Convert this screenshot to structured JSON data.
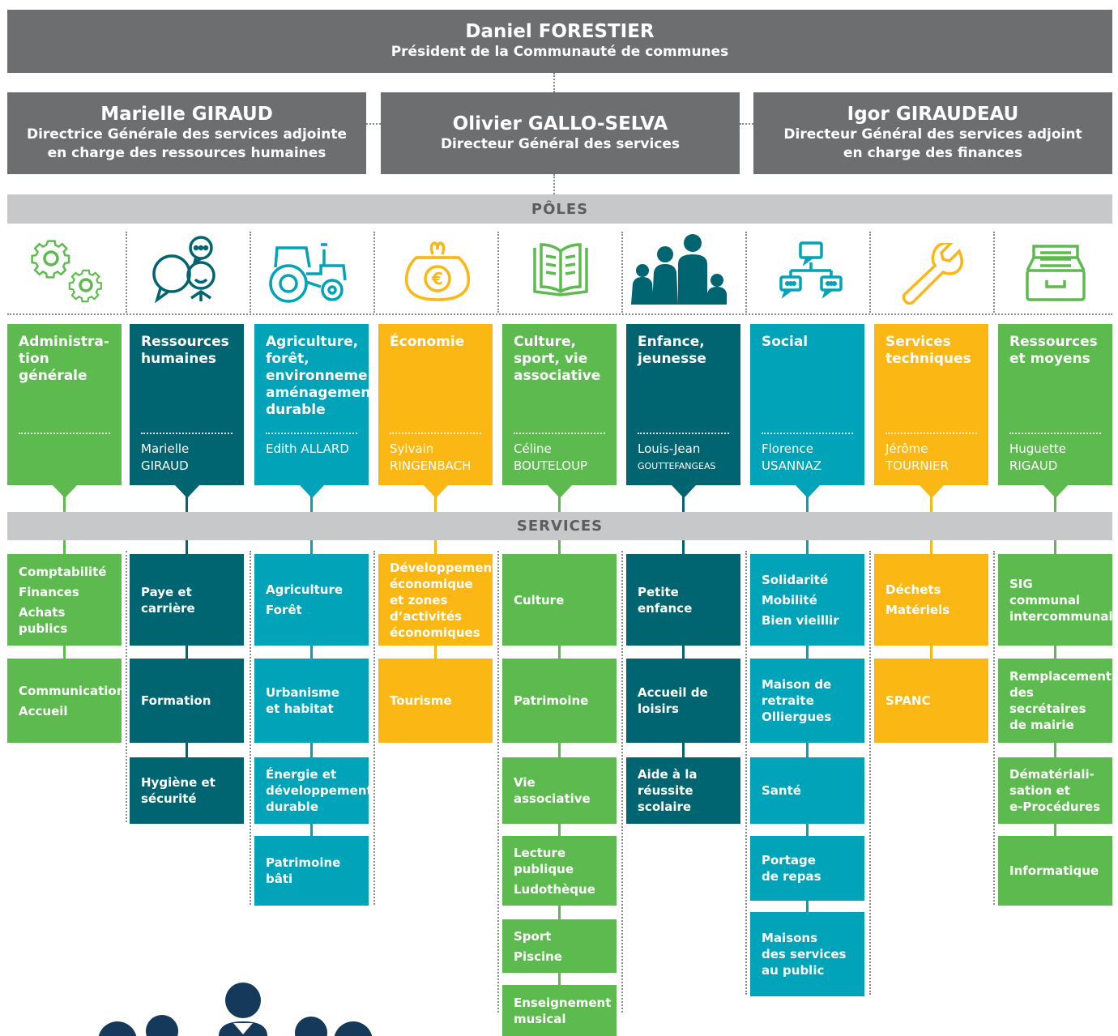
{
  "president": {
    "name": "Daniel FORESTIER",
    "role": "Président de la Communauté de communes"
  },
  "directors": [
    {
      "name": "Marielle GIRAUD",
      "role1": "Directrice Générale des services adjointe",
      "role2": "en charge des ressources humaines"
    },
    {
      "name": "Olivier GALLO-SELVA",
      "role1": "Directeur Général des services"
    },
    {
      "name": "Igor GIRAUDEAU",
      "role1": "Directeur Général des services adjoint",
      "role2": "en charge des finances"
    }
  ],
  "poles_label": "PÔLES",
  "services_label": "SERVICES",
  "colors": {
    "green": "#5dba4e",
    "dark_teal": "#006570",
    "teal": "#00a3b8",
    "orange": "#fbb713",
    "grey": "#6d6e70",
    "band": "#c7c8ca"
  },
  "poles": [
    {
      "icon": "gears-icon",
      "title": "Administra-\ntion\ngénérale",
      "director": "",
      "color": "green",
      "services": [
        [
          "Comptabilité",
          "Finances",
          "Achats\npublics"
        ],
        [
          "Communication",
          "Accueil"
        ]
      ]
    },
    {
      "icon": "people-speech-icon",
      "title": "Ressources\nhumaines",
      "director": "Marielle GIRAUD",
      "color": "dark_teal",
      "services": [
        [
          "Paye et\ncarrière"
        ],
        [
          "Formation"
        ],
        [
          "Hygiène et\nsécurité"
        ]
      ]
    },
    {
      "icon": "tractor-icon",
      "title": "Agriculture,\nforêt,\nenvironnement\naménagement\ndurable",
      "director": "Edith ALLARD",
      "color": "teal",
      "services": [
        [
          "Agriculture",
          "Forêt"
        ],
        [
          "Urbanisme\net habitat"
        ],
        [
          "Énergie et\ndéveloppement\ndurable"
        ],
        [
          "Patrimoine\nbâti"
        ]
      ]
    },
    {
      "icon": "euro-purse-icon",
      "title": "Économie",
      "director": "Sylvain\nRINGENBACH",
      "color": "orange",
      "services": [
        [
          "Développement\néconomique\net zones\nd’activités\néconomiques"
        ],
        [
          "Tourisme"
        ]
      ]
    },
    {
      "icon": "open-book-icon",
      "title": "Culture,\nsport, vie\nassociative",
      "director": "Céline\nBOUTELOUP",
      "color": "green",
      "services": [
        [
          "Culture"
        ],
        [
          "Patrimoine"
        ],
        [
          "Vie\nassociative"
        ],
        [
          "Lecture\npublique",
          "Ludothèque"
        ],
        [
          "Sport",
          "Piscine"
        ],
        [
          "Enseignement\nmusical"
        ]
      ]
    },
    {
      "icon": "family-icon",
      "title": "Enfance,\njeunesse",
      "director": "Louis-Jean",
      "director_small": "GOUTTEFANGEAS",
      "color": "dark_teal",
      "services": [
        [
          "Petite\nenfance"
        ],
        [
          "Accueil de\nloisirs"
        ],
        [
          "Aide à la\nréussite\nscolaire"
        ]
      ]
    },
    {
      "icon": "network-chat-icon",
      "title": "Social",
      "director": "Florence\nUSANNAZ",
      "color": "teal",
      "services": [
        [
          "Solidarité",
          "Mobilité",
          "Bien vieillir"
        ],
        [
          "Maison de\nretraite\nOlliergues"
        ],
        [
          "Santé"
        ],
        [
          "Portage\nde repas"
        ],
        [
          "Maisons\ndes services\nau public"
        ]
      ]
    },
    {
      "icon": "wrench-icon",
      "title": "Services\ntechniques",
      "director": "Jérôme\nTOURNIER",
      "color": "orange",
      "services": [
        [
          "Déchets",
          "Matériels"
        ],
        [
          "SPANC"
        ]
      ]
    },
    {
      "icon": "file-drawer-icon",
      "title": "Ressources\net moyens",
      "director": "Huguette\nRIGAUD",
      "color": "green",
      "services": [
        [
          "SIG communal\nintercommunal"
        ],
        [
          "Remplacement\ndes secrétaires\nde mairie"
        ],
        [
          "Dématériali-\nsation et\ne-Procédures"
        ],
        [
          "Informatique"
        ]
      ]
    }
  ]
}
